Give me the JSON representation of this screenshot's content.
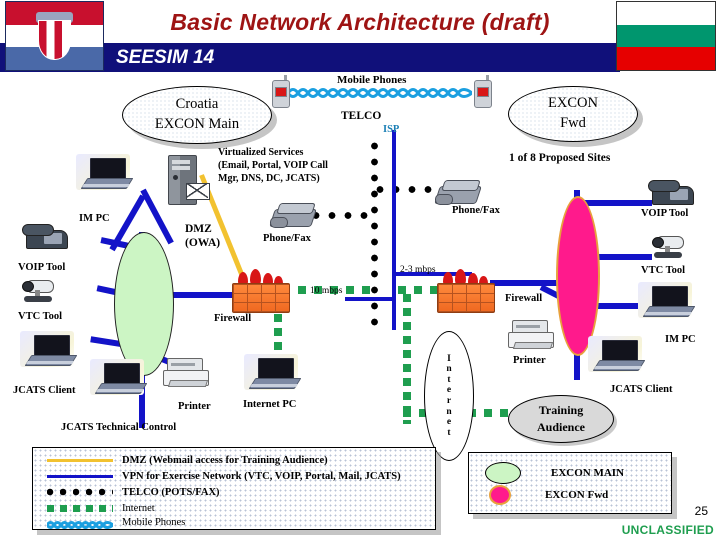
{
  "header": {
    "title": "Basic Network Architecture (draft)",
    "subtitle": "SEESIM 14",
    "left_flag": "croatia-flag",
    "right_flag": "bulgaria-flag",
    "title_color": "#9e1414",
    "band_color": "#10107a"
  },
  "diagram": {
    "excon_main": {
      "line1": "Croatia",
      "line2": "EXCON Main"
    },
    "excon_fwd": {
      "line1": "EXCON",
      "line2": "Fwd"
    },
    "proposed_sites": "1 of 8 Proposed Sites",
    "mobile_phones": "Mobile Phones",
    "telco": "TELCO",
    "isp": "ISP",
    "isp_color": "#1b7fb5",
    "virtualized_services": [
      "Virtualized Services",
      "(Email, Portal, VOIP Call",
      "Mgr, DNS, DC, JCATS)"
    ],
    "dmz_label": {
      "line1": "DMZ",
      "line2": "(OWA)"
    },
    "internet_letters": [
      "I",
      "n",
      "t",
      "e",
      "r",
      "n",
      "e",
      "t"
    ],
    "training_audience": {
      "line1": "Training",
      "line2": "Audience"
    },
    "bandwidth_left": "10 mbps",
    "bandwidth_right": "2-3 mbps",
    "left_nodes": [
      {
        "name": "IM PC",
        "label": "IM PC"
      },
      {
        "name": "VOIP Tool",
        "label": "VOIP Tool"
      },
      {
        "name": "VTC Tool",
        "label": "VTC Tool"
      },
      {
        "name": "JCATS Client",
        "label": "JCATS Client"
      },
      {
        "name": "JCATS Technical Control",
        "label": "JCATS Technical Control"
      },
      {
        "name": "Printer",
        "label": "Printer"
      },
      {
        "name": "Internet PC",
        "label": "Internet PC"
      },
      {
        "name": "Phone/Fax",
        "label": "Phone/Fax"
      },
      {
        "name": "Firewall",
        "label": "Firewall"
      }
    ],
    "right_nodes": [
      {
        "name": "Phone/Fax",
        "label": "Phone/Fax"
      },
      {
        "name": "VOIP Tool",
        "label": "VOIP Tool"
      },
      {
        "name": "VTC Tool",
        "label": "VTC Tool"
      },
      {
        "name": "IM PC",
        "label": "IM PC"
      },
      {
        "name": "JCATS Client",
        "label": "JCATS Client"
      },
      {
        "name": "Printer",
        "label": "Printer"
      },
      {
        "name": "Firewall",
        "label": "Firewall"
      }
    ]
  },
  "legend_links": {
    "rows": [
      {
        "style": "dmz-line",
        "color": "#f2c230",
        "text": "DMZ (Webmail access for Training Audience)",
        "bold": true
      },
      {
        "style": "vpn-line",
        "color": "#1313c8",
        "text": "VPN for Exercise Network (VTC, VOIP, Portal, Mail, JCATS)",
        "bold": true
      },
      {
        "style": "telco-dots",
        "color": "#000000",
        "text": "TELCO (POTS/FAX)",
        "bold": true
      },
      {
        "style": "internet-squares",
        "color": "#1f9e4f",
        "text": "Internet",
        "bold": false
      },
      {
        "style": "mobile-wave",
        "color": "#1b9fe0",
        "text": "Mobile Phones",
        "bold": false
      }
    ]
  },
  "legend_sites": {
    "rows": [
      {
        "shape": "green-ellipse",
        "color": "#ccf5c4",
        "text": "EXCON MAIN"
      },
      {
        "shape": "pink-circle",
        "color": "#ff1a8c",
        "text": "EXCON Fwd"
      }
    ]
  },
  "footer": {
    "slide_number": "25",
    "classification": "UNCLASSIFIED",
    "classification_color": "#1f9e4f"
  }
}
